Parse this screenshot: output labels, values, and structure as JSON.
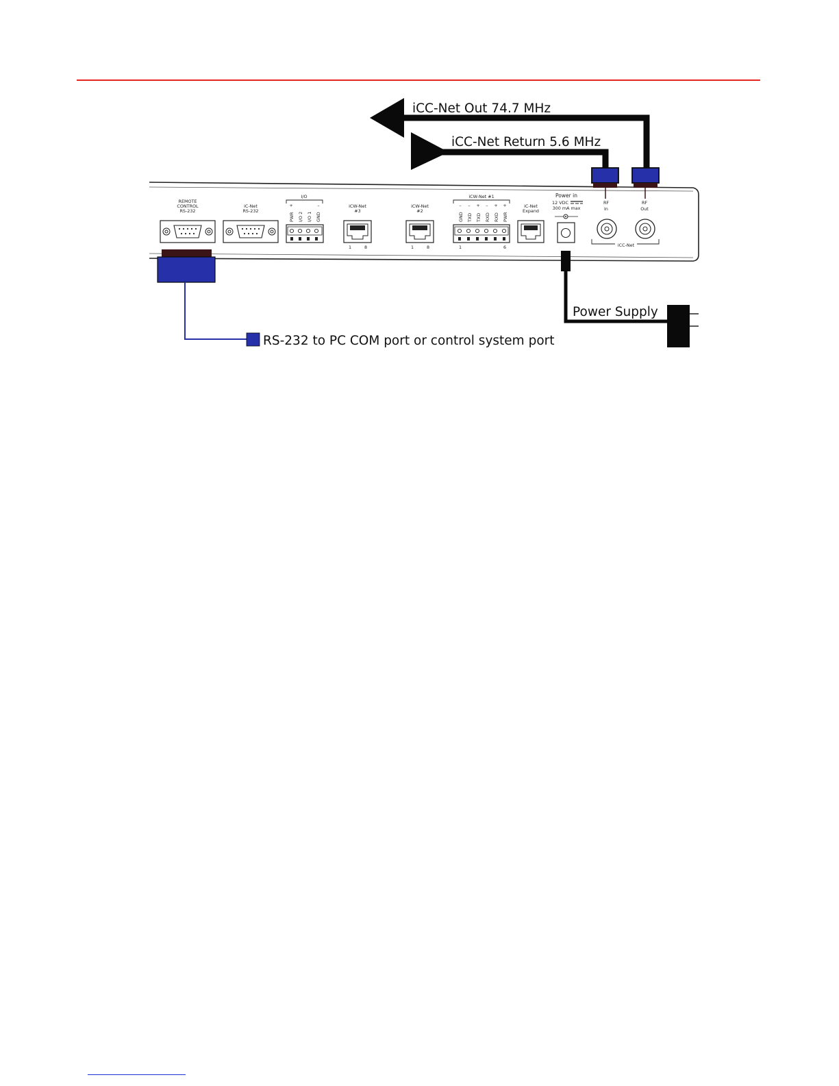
{
  "signals": {
    "out_label": "iCC-Net Out 74.7 MHz",
    "return_label": "iCC-Net Return 5.6 MHz",
    "power_supply_label": "Power Supply",
    "rs232_label": "RS-232 to PC COM port or control system port"
  },
  "panel": {
    "remote_control": [
      "REMOTE",
      "CONTROL",
      "RS-232"
    ],
    "icnet_rs232": [
      "iC-Net",
      "RS-232"
    ],
    "io": {
      "title": "I/O",
      "pins": [
        "PWR",
        "I/O 2",
        "I/O 1",
        "GND"
      ],
      "polarity": [
        "+",
        "–"
      ]
    },
    "icwnet3": {
      "title": [
        "iCW-Net",
        "#3"
      ],
      "pins": [
        "1",
        "8"
      ]
    },
    "icwnet2": {
      "title": [
        "iCW-Net",
        "#2"
      ],
      "pins": [
        "1",
        "8"
      ]
    },
    "icwnet1": {
      "title": "iCW-Net #1",
      "pins": [
        "GND",
        "TXD",
        "TXD",
        "RXD",
        "RXD",
        "PWR"
      ],
      "polarity": [
        "–",
        "–",
        "+",
        "–",
        "+",
        "+"
      ],
      "pin_first": "1",
      "pin_last": "6"
    },
    "icnet_expand": [
      "iC-Net",
      "Expand"
    ],
    "power_in": {
      "title": "Power in",
      "volts": "12 VDC",
      "current": "300 mA max"
    },
    "rf_in": [
      "RF",
      "In"
    ],
    "rf_out": [
      "RF",
      "Out"
    ],
    "icc_net": "iCC-Net"
  },
  "colors": {
    "connector_blue": "#2630a8",
    "rule_red": "#e8261f",
    "cable_black": "#0a0a0a"
  }
}
